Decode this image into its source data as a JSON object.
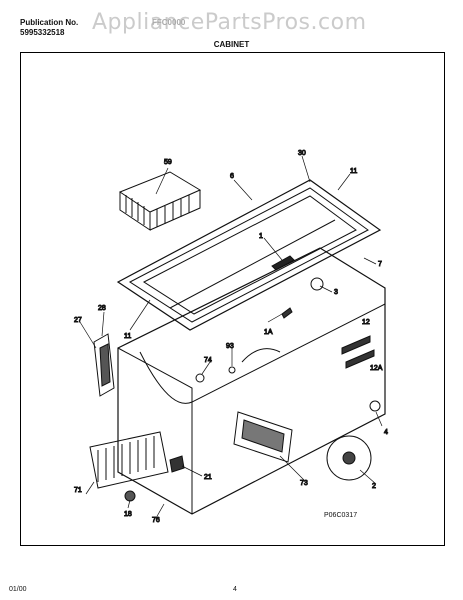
{
  "header": {
    "publication_label": "Publication No.",
    "publication_number": "5995332518",
    "model_number": "FFC0000",
    "watermark": "AppliancePartsPros.com"
  },
  "section_title": "CABINET",
  "callouts": {
    "c59": "59",
    "c30": "30",
    "c6": "6",
    "c11a": "11",
    "c1": "1",
    "c7": "7",
    "c3": "3",
    "c28": "28",
    "c27": "27",
    "c11b": "11",
    "c1a": "1A",
    "c12": "12",
    "c12a": "12A",
    "c93": "93",
    "c74": "74",
    "c4": "4",
    "c21": "21",
    "c71": "71",
    "c73": "73",
    "c2": "2",
    "c18": "18",
    "c76": "76"
  },
  "figure_code": "P06C0317",
  "footer": {
    "date": "01/00",
    "page": "4"
  }
}
